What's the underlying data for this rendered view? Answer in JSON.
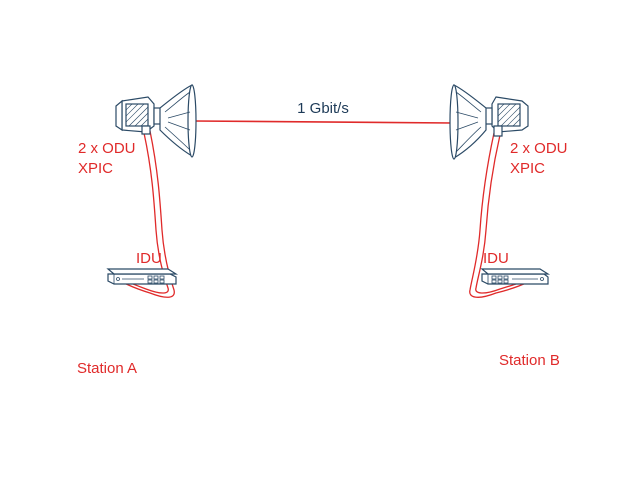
{
  "link": {
    "label": "1 Gbit/s",
    "color": "#e02a2a"
  },
  "station_a": {
    "odu_label_line1": "2 x ODU",
    "odu_label_line2": "XPIC",
    "idu_label": "IDU",
    "station_label": "Station A"
  },
  "station_b": {
    "odu_label_line1": "2 x ODU",
    "odu_label_line2": "XPIC",
    "idu_label": "IDU",
    "station_label": "Station B"
  },
  "colors": {
    "label_red": "#e02a2a",
    "device_outline": "#2b4a66"
  }
}
